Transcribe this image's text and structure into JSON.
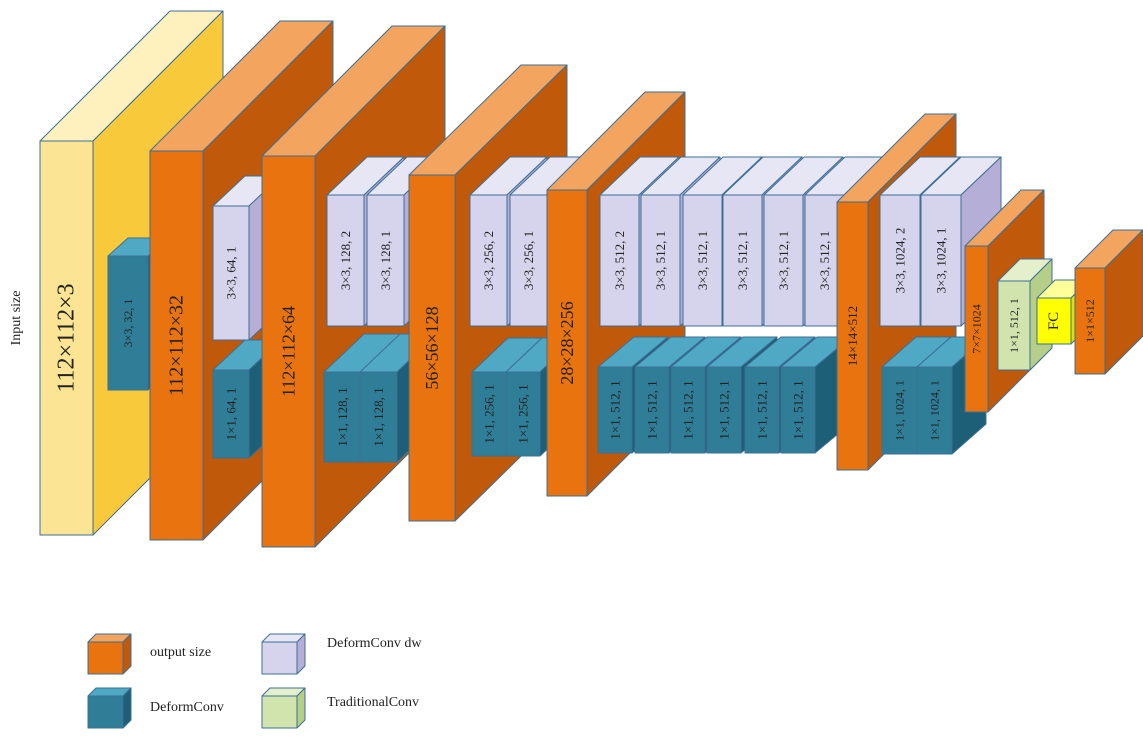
{
  "input_label": "Input size",
  "colors": {
    "output_size": {
      "front": "#e8730f",
      "top": "#f3a45f",
      "side": "#c05a0a"
    },
    "input": {
      "front": "#fbe594",
      "top": "#fff1bd",
      "side": "#f8c93b"
    },
    "deformconv": {
      "front": "#2f7d97",
      "top": "#4fa9c4",
      "side": "#1c5f76"
    },
    "deformconv_dw": {
      "front": "#d6d3ec",
      "top": "#e7e6f5",
      "side": "#b5afd8"
    },
    "traditionalconv": {
      "front": "#d2e4ae",
      "top": "#e4efcc",
      "side": "#b6cf88"
    },
    "fc": {
      "front": "#ffff00",
      "top": "#ffff99",
      "side": "#e0e000"
    }
  },
  "blocks": [
    {
      "label": "112×112×3",
      "kind": "input"
    },
    {
      "label": "3×3, 32, 1",
      "kind": "deformconv"
    },
    {
      "label": "112×112×32",
      "kind": "output_size"
    },
    {
      "label": "3×3, 64, 1",
      "kind": "deformconv_dw"
    },
    {
      "label": "1×1, 64, 1",
      "kind": "deformconv"
    },
    {
      "label": "112×112×64",
      "kind": "output_size"
    },
    {
      "label": "3×3, 128, 2",
      "kind": "deformconv_dw"
    },
    {
      "label": "3×3, 128, 1",
      "kind": "deformconv_dw"
    },
    {
      "label": "1×1, 128, 1",
      "kind": "deformconv"
    },
    {
      "label": "1×1, 128, 1",
      "kind": "deformconv"
    },
    {
      "label": "56×56×128",
      "kind": "output_size"
    },
    {
      "label": "3×3, 256, 2",
      "kind": "deformconv_dw"
    },
    {
      "label": "3×3, 256, 1",
      "kind": "deformconv_dw"
    },
    {
      "label": "1×1, 256, 1",
      "kind": "deformconv"
    },
    {
      "label": "1×1, 256, 1",
      "kind": "deformconv"
    },
    {
      "label": "28×28×256",
      "kind": "output_size"
    },
    {
      "label": "3×3, 512, 2",
      "kind": "deformconv_dw"
    },
    {
      "label": "3×3, 512, 1",
      "kind": "deformconv_dw"
    },
    {
      "label": "3×3, 512, 1",
      "kind": "deformconv_dw"
    },
    {
      "label": "3×3, 512, 1",
      "kind": "deformconv_dw"
    },
    {
      "label": "3×3, 512, 1",
      "kind": "deformconv_dw"
    },
    {
      "label": "3×3, 512, 1",
      "kind": "deformconv_dw"
    },
    {
      "label": "1×1, 512, 1",
      "kind": "deformconv"
    },
    {
      "label": "1×1, 512, 1",
      "kind": "deformconv"
    },
    {
      "label": "1×1, 512, 1",
      "kind": "deformconv"
    },
    {
      "label": "1×1, 512, 1",
      "kind": "deformconv"
    },
    {
      "label": "1×1, 512, 1",
      "kind": "deformconv"
    },
    {
      "label": "1×1, 512, 1",
      "kind": "deformconv"
    },
    {
      "label": "14×14×512",
      "kind": "output_size"
    },
    {
      "label": "3×3, 1024, 2",
      "kind": "deformconv_dw"
    },
    {
      "label": "3×3, 1024, 1",
      "kind": "deformconv_dw"
    },
    {
      "label": "1×1, 1024, 1",
      "kind": "deformconv"
    },
    {
      "label": "1×1, 1024, 1",
      "kind": "deformconv"
    },
    {
      "label": "7×7×1024",
      "kind": "output_size"
    },
    {
      "label": "1×1, 512, 1",
      "kind": "traditionalconv"
    },
    {
      "label": "FC",
      "kind": "fc"
    },
    {
      "label": "1×1×512",
      "kind": "output_size"
    }
  ],
  "legend": [
    {
      "kind": "output_size",
      "label": "output size"
    },
    {
      "kind": "deformconv_dw",
      "label": "DeformConv dw"
    },
    {
      "kind": "deformconv",
      "label": "DeformConv"
    },
    {
      "kind": "traditionalconv",
      "label": "TraditionalConv"
    }
  ]
}
